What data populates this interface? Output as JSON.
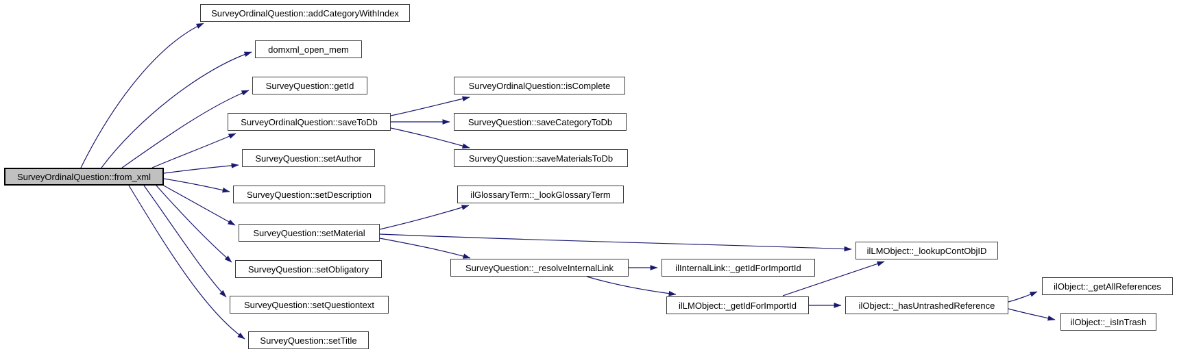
{
  "diagram": {
    "type": "doxygen-call-graph",
    "edge_color": "#191970",
    "node_fill": "#ffffff",
    "node_border_color": "#3a3a3a",
    "root_node_fill": "#c0c0c0",
    "nodes": {
      "from_xml": {
        "label": "SurveyOrdinalQuestion::from_xml",
        "root": true
      },
      "addCategoryWithIndex": {
        "label": "SurveyOrdinalQuestion::addCategoryWithIndex"
      },
      "domxml_open_mem": {
        "label": "domxml_open_mem"
      },
      "getId": {
        "label": "SurveyQuestion::getId"
      },
      "saveToDb": {
        "label": "SurveyOrdinalQuestion::saveToDb"
      },
      "setAuthor": {
        "label": "SurveyQuestion::setAuthor"
      },
      "setDescription": {
        "label": "SurveyQuestion::setDescription"
      },
      "setMaterial": {
        "label": "SurveyQuestion::setMaterial"
      },
      "setObligatory": {
        "label": "SurveyQuestion::setObligatory"
      },
      "setQuestiontext": {
        "label": "SurveyQuestion::setQuestiontext"
      },
      "setTitle": {
        "label": "SurveyQuestion::setTitle"
      },
      "isComplete": {
        "label": "SurveyOrdinalQuestion::isComplete"
      },
      "saveCategoryToDb": {
        "label": "SurveyQuestion::saveCategoryToDb"
      },
      "saveMaterialsToDb": {
        "label": "SurveyQuestion::saveMaterialsToDb"
      },
      "lookGlossaryTerm": {
        "label": "ilGlossaryTerm::_lookGlossaryTerm"
      },
      "resolveInternalLink": {
        "label": "SurveyQuestion::_resolveInternalLink"
      },
      "ilink_getIdForImportId": {
        "label": "ilInternalLink::_getIdForImportId"
      },
      "illm_getIdForImportId": {
        "label": "ilLMObject::_getIdForImportId"
      },
      "lookupContObjID": {
        "label": "ilLMObject::_lookupContObjID"
      },
      "hasUntrashedReference": {
        "label": "ilObject::_hasUntrashedReference"
      },
      "getAllReferences": {
        "label": "ilObject::_getAllReferences"
      },
      "isInTrash": {
        "label": "ilObject::_isInTrash"
      }
    },
    "edges": [
      {
        "from": "from_xml",
        "to": "addCategoryWithIndex"
      },
      {
        "from": "from_xml",
        "to": "domxml_open_mem"
      },
      {
        "from": "from_xml",
        "to": "getId"
      },
      {
        "from": "from_xml",
        "to": "saveToDb"
      },
      {
        "from": "from_xml",
        "to": "setAuthor"
      },
      {
        "from": "from_xml",
        "to": "setDescription"
      },
      {
        "from": "from_xml",
        "to": "setMaterial"
      },
      {
        "from": "from_xml",
        "to": "setObligatory"
      },
      {
        "from": "from_xml",
        "to": "setQuestiontext"
      },
      {
        "from": "from_xml",
        "to": "setTitle"
      },
      {
        "from": "saveToDb",
        "to": "isComplete"
      },
      {
        "from": "saveToDb",
        "to": "saveCategoryToDb"
      },
      {
        "from": "saveToDb",
        "to": "saveMaterialsToDb"
      },
      {
        "from": "setMaterial",
        "to": "lookGlossaryTerm"
      },
      {
        "from": "setMaterial",
        "to": "lookupContObjID"
      },
      {
        "from": "setMaterial",
        "to": "resolveInternalLink"
      },
      {
        "from": "resolveInternalLink",
        "to": "ilink_getIdForImportId"
      },
      {
        "from": "resolveInternalLink",
        "to": "illm_getIdForImportId"
      },
      {
        "from": "illm_getIdForImportId",
        "to": "lookupContObjID"
      },
      {
        "from": "illm_getIdForImportId",
        "to": "hasUntrashedReference"
      },
      {
        "from": "hasUntrashedReference",
        "to": "getAllReferences"
      },
      {
        "from": "hasUntrashedReference",
        "to": "isInTrash"
      }
    ]
  }
}
